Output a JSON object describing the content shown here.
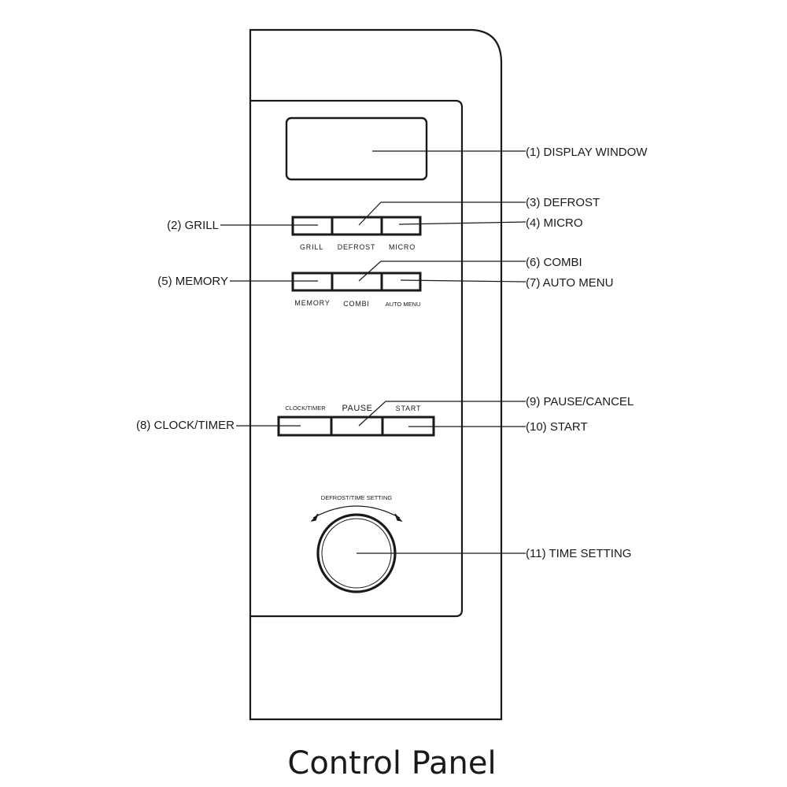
{
  "caption": "Control Panel",
  "callouts": {
    "display_window": "(1) DISPLAY WINDOW",
    "grill": "(2) GRILL",
    "defrost": "(3) DEFROST",
    "micro": "(4) MICRO",
    "memory": "(5) MEMORY",
    "combi": "(6) COMBI",
    "auto_menu": "(7) AUTO MENU",
    "clock_timer": "(8) CLOCK/TIMER",
    "pause_cancel": "(9) PAUSE/CANCEL",
    "start": "(10) START",
    "time_setting": "(11) TIME SETTING"
  },
  "button_labels": {
    "grill": "GRILL",
    "defrost": "DEFROST",
    "micro": "MICRO",
    "memory": "MEMORY",
    "combi": "COMBI",
    "auto_menu": "AUTO MENU",
    "clock_timer": "CLOCK/TIMER",
    "pause": "PAUSE",
    "start": "START"
  },
  "dial_label": "DEFROST/TIME SETTING"
}
